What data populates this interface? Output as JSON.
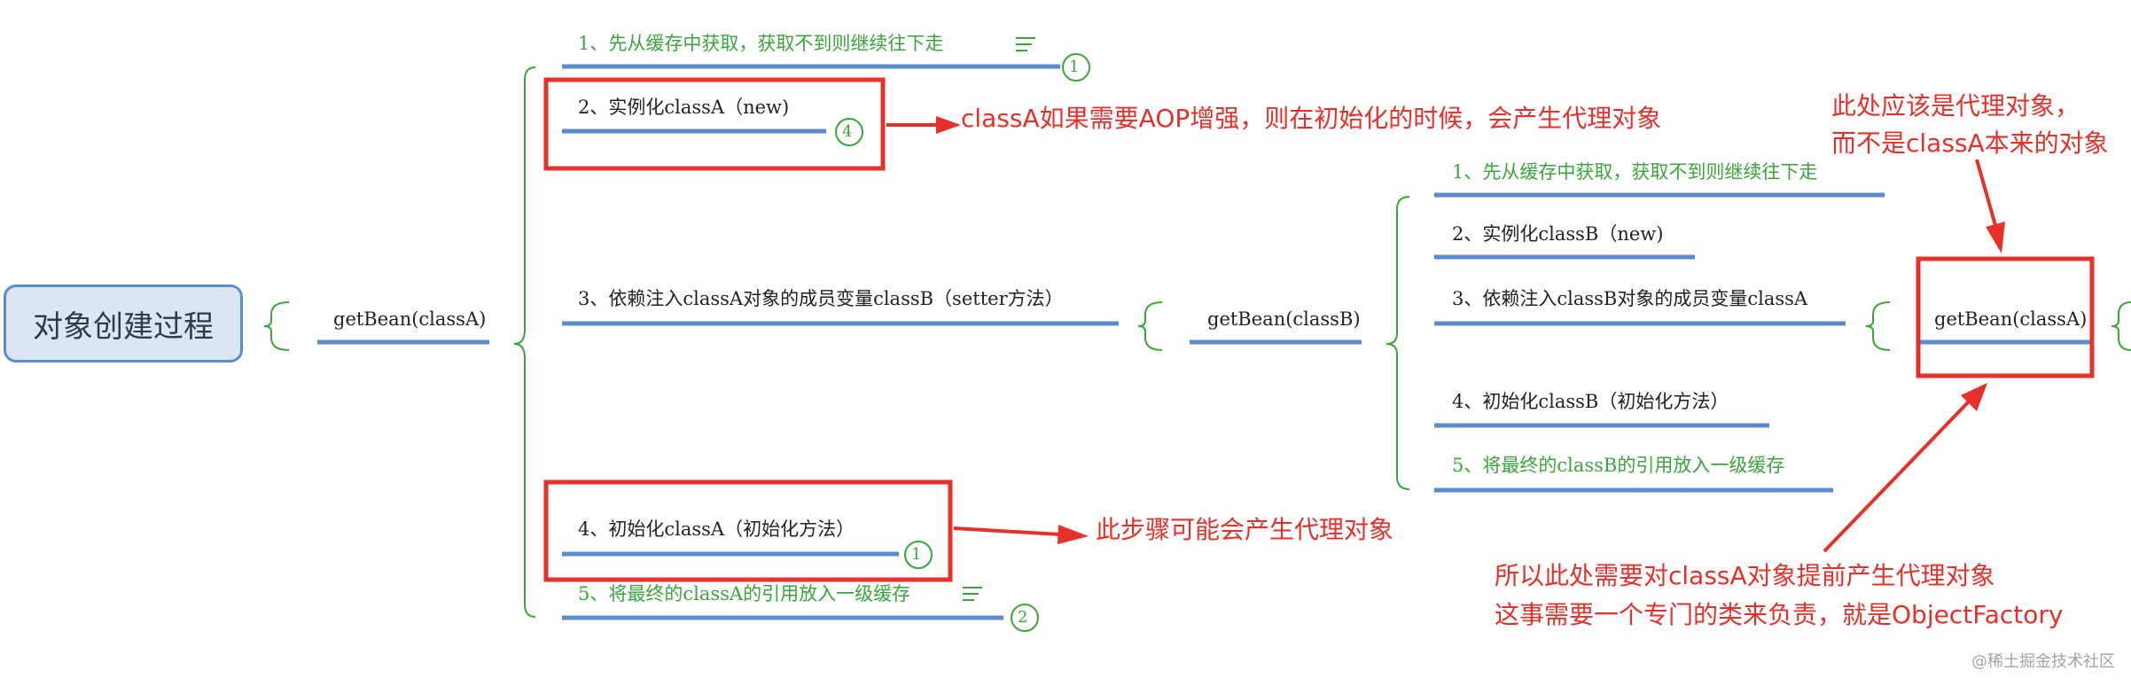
{
  "root": {
    "label": "对象创建过程"
  },
  "level1": {
    "label": "getBean(classA)"
  },
  "classA_steps": [
    {
      "label": "1、先从缓存中获取，获取不到则继续往下走",
      "badge": "1"
    },
    {
      "label": "2、实例化classA（new)",
      "badge": "4"
    },
    {
      "label": "3、依赖注入classA对象的成员变量classB（setter方法）"
    },
    {
      "label": "4、初始化classA（初始化方法）",
      "badge": "1"
    },
    {
      "label": "5、将最终的classA的引用放入一级缓存",
      "badge": "2"
    }
  ],
  "level2": {
    "label": "getBean(classB)"
  },
  "classB_steps": [
    {
      "label": "1、先从缓存中获取，获取不到则继续往下走"
    },
    {
      "label": "2、实例化classB（new)"
    },
    {
      "label": "3、依赖注入classB对象的成员变量classA"
    },
    {
      "label": "4、初始化classB（初始化方法）"
    },
    {
      "label": "5、将最终的classB的引用放入一级缓存"
    }
  ],
  "level3": {
    "label": "getBean(classA)"
  },
  "annotations": {
    "aop": "classA如果需要AOP增强，则在初始化的时候，会产生代理对象",
    "init_proxy": "此步骤可能会产生代理对象",
    "should_proxy_1": "此处应该是代理对象，",
    "should_proxy_2": "而不是classA本来的对象",
    "early_1": "所以此处需要对classA对象提前产生代理对象",
    "early_2": "这事需要一个专门的类来负责，就是ObjectFactory"
  },
  "watermark": "@稀土掘金技术社区",
  "colors": {
    "green": "#3aa53a",
    "blue": "#5b8ccf",
    "red": "#e8302a",
    "dark": "#222222"
  }
}
